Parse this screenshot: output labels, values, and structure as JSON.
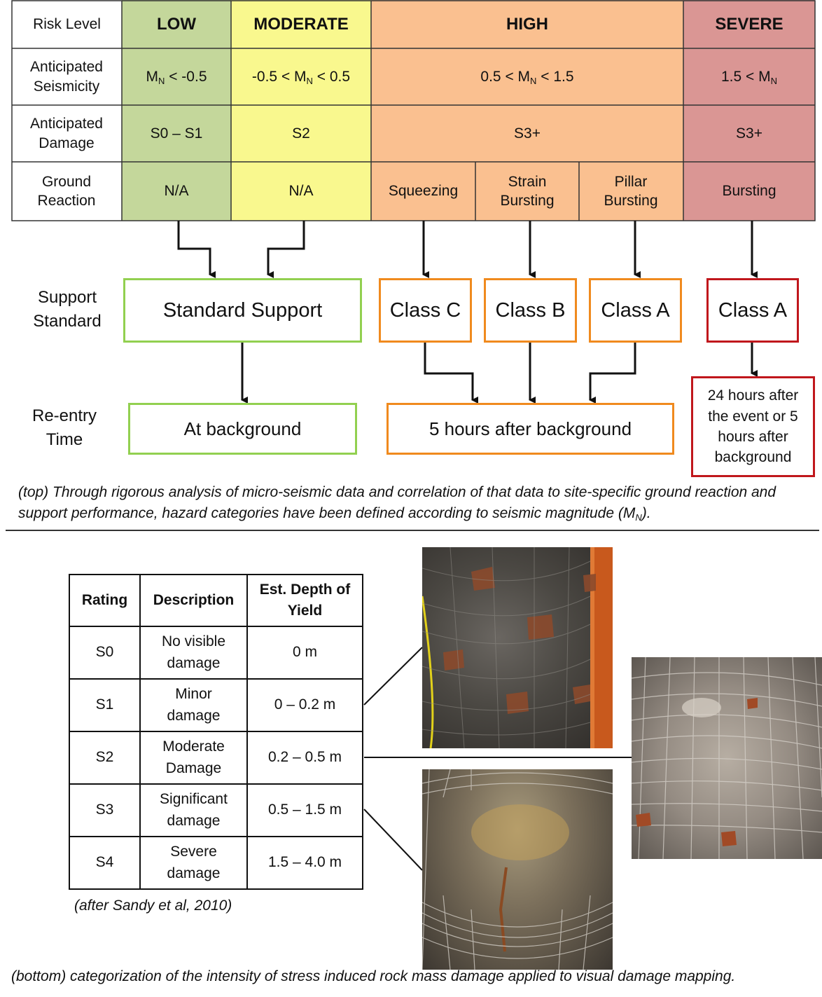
{
  "top_table": {
    "risk_level_label": "Risk Level",
    "levels": [
      "LOW",
      "MODERATE",
      "HIGH",
      "SEVERE"
    ],
    "seismicity_label": "Anticipated Seismicity",
    "seismicity": {
      "low": {
        "pre": "M",
        "sub": "N",
        "post": " < -0.5"
      },
      "moderate": {
        "pre": "-0.5 < M",
        "sub": "N",
        "post": " < 0.5"
      },
      "high": {
        "pre": "0.5 < M",
        "sub": "N",
        "post": " < 1.5"
      },
      "severe": {
        "pre": "1.5 < M",
        "sub": "N",
        "post": ""
      }
    },
    "damage_label": "Anticipated Damage",
    "damage": {
      "low": "S0 – S1",
      "moderate": "S2",
      "high": "S3+",
      "severe": "S3+"
    },
    "reaction_label": "Ground Reaction",
    "reaction": {
      "low": "N/A",
      "moderate": "N/A",
      "high_1": "Squeezing",
      "high_2": "Strain Bursting",
      "high_3": "Pillar Bursting",
      "severe": "Bursting"
    },
    "colors": {
      "low": "#c4d79b",
      "moderate": "#f9f88e",
      "high": "#fac090",
      "severe": "#da9694"
    }
  },
  "flow": {
    "support_label": "Support Standard",
    "reentry_label": "Re-entry Time",
    "standard_support": "Standard Support",
    "class_c": "Class C",
    "class_b": "Class B",
    "class_a_high": "Class A",
    "class_a_severe": "Class A",
    "at_background": "At background",
    "five_hours": "5 hours after background",
    "twenty_four": "24 hours after the event or 5 hours after background",
    "colors": {
      "green": "#92d050",
      "orange": "#f08a1e",
      "red": "#c0171c"
    }
  },
  "caption_top": {
    "text": "(top) Through rigorous analysis of micro-seismic data and correlation of that data to site-specific ground reaction and support performance, hazard categories have been defined according to seismic magnitude (M",
    "sub": "N",
    "end": ")."
  },
  "damage_table": {
    "headers": [
      "Rating",
      "Description",
      "Est. Depth of Yield"
    ],
    "rows": [
      {
        "rating": "S0",
        "description": "No visible damage",
        "depth": "0 m"
      },
      {
        "rating": "S1",
        "description": "Minor damage",
        "depth": "0 – 0.2 m"
      },
      {
        "rating": "S2",
        "description": "Moderate Damage",
        "depth": "0.2 – 0.5 m"
      },
      {
        "rating": "S3",
        "description": "Significant damage",
        "depth": "0.5 – 1.5 m"
      },
      {
        "rating": "S4",
        "description": "Severe damage",
        "depth": "1.5 – 4.0 m"
      }
    ],
    "source": "(after Sandy et al, 2010)"
  },
  "caption_bottom": "(bottom) categorization of the intensity of stress induced rock mass damage applied to visual damage mapping."
}
